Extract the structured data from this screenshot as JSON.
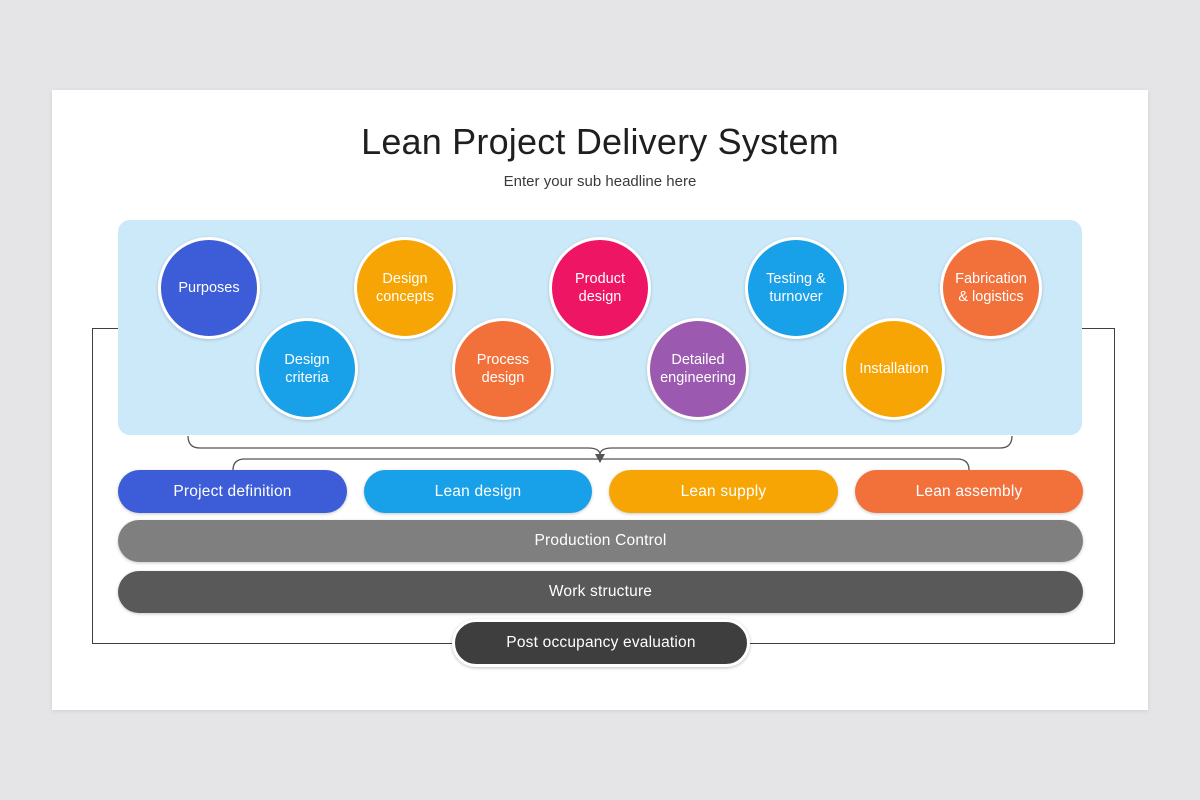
{
  "slide": {
    "title": "Lean Project Delivery System",
    "subtitle": "Enter your sub headline here"
  },
  "colors": {
    "background": "#e5e5e7",
    "slide": "#ffffff",
    "panel": "#cce9f9",
    "connector_line": "#555555",
    "outline_rect_border": "#3f3f3f",
    "blue": "#3c5cd8",
    "azure": "#18a0e9",
    "amber": "#f7a504",
    "orange": "#f2703a",
    "pink": "#ee1565",
    "purple": "#9c59b0",
    "gray_medium": "#7f7f7f",
    "gray_dark": "#595959",
    "gray_darkest": "#3e3e3e"
  },
  "phase_circles": [
    {
      "label": "Purposes",
      "color": "#3c5cd8",
      "row": "top"
    },
    {
      "label": "Design\ncriteria",
      "color": "#18a0e9",
      "row": "bottom"
    },
    {
      "label": "Design\nconcepts",
      "color": "#f7a504",
      "row": "top"
    },
    {
      "label": "Process\ndesign",
      "color": "#f2703a",
      "row": "bottom"
    },
    {
      "label": "Product\ndesign",
      "color": "#ee1565",
      "row": "top"
    },
    {
      "label": "Detailed\nengineering",
      "color": "#9c59b0",
      "row": "bottom"
    },
    {
      "label": "Testing &\nturnover",
      "color": "#18a0e9",
      "row": "top"
    },
    {
      "label": "Installation",
      "color": "#f7a504",
      "row": "bottom"
    },
    {
      "label": "Fabrication\n& logistics",
      "color": "#f2703a",
      "row": "top"
    }
  ],
  "stage_pills": [
    {
      "label": "Project definition",
      "color": "#3c5cd8"
    },
    {
      "label": "Lean design",
      "color": "#18a0e9"
    },
    {
      "label": "Lean supply",
      "color": "#f7a504"
    },
    {
      "label": "Lean assembly",
      "color": "#f2703a"
    }
  ],
  "bars": [
    {
      "label": "Production Control",
      "color": "#7f7f7f"
    },
    {
      "label": "Work structure",
      "color": "#595959"
    }
  ],
  "footer_pill": {
    "label": "Post occupancy evaluation",
    "color": "#3e3e3e"
  }
}
